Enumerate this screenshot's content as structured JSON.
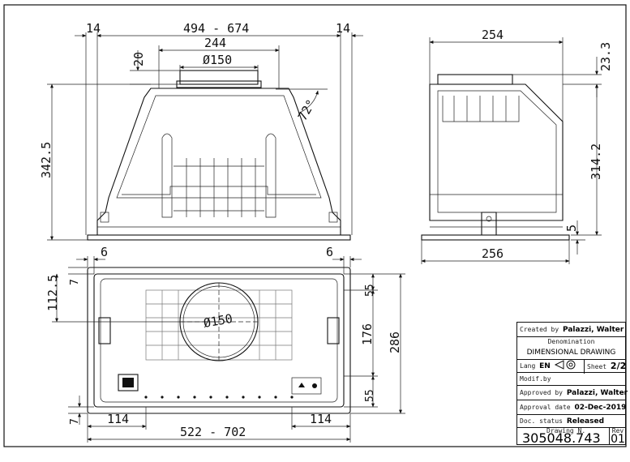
{
  "dimensions": {
    "front": {
      "side_offset": "14",
      "width_range": "494 - 674",
      "top_width": "244",
      "duct_diameter": "Ø150",
      "top_offset": "20",
      "height": "342.5",
      "angle": "72°"
    },
    "side": {
      "depth": "254",
      "top_offset": "23.3",
      "height": "314.2",
      "flange": "5",
      "base_depth": "256"
    },
    "plan": {
      "left_offset": "6",
      "right_offset": "6",
      "top_margin": "7",
      "half_depth": "112.5",
      "duct_diameter": "Ø150",
      "top_gap": "55",
      "inner_depth": "176",
      "total_depth": "286",
      "bottom_gap": "55",
      "bottom_margin": "7",
      "left_width": "114",
      "right_width": "114",
      "overall_width": "522 - 702"
    }
  },
  "title_block": {
    "created_label": "Created by",
    "created_by": "Palazzi, Walter",
    "denomination_label": "Denomination",
    "denomination": "DIMENSIONAL DRAWING",
    "lang_label": "Lang",
    "lang": "EN",
    "sheet_label": "Sheet",
    "sheet": "2/2",
    "modif_label": "Modif.by",
    "approved_label": "Approved by",
    "approved_by": "Palazzi, Walter",
    "approval_date_label": "Approval date",
    "approval_date": "02-Dec-2019",
    "status_label": "Doc. status",
    "status": "Released",
    "drawing_label": "Drawing N.",
    "drawing_number": "305048.743",
    "rev_label": "Rev",
    "rev": "01"
  },
  "colors": {
    "line": "#111111",
    "background": "#ffffff"
  },
  "icons": [
    "third-angle-projection-icon",
    "power-socket-icon"
  ]
}
